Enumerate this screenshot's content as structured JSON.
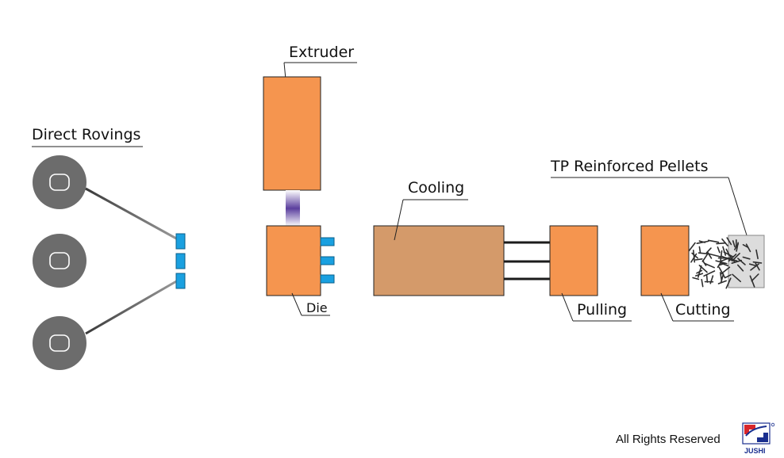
{
  "labels": {
    "direct_rovings": "Direct Rovings",
    "extruder": "Extruder",
    "cooling": "Cooling",
    "die": "Die",
    "pulling": "Pulling",
    "cutting": "Cutting",
    "tp_pellets": "TP Reinforced Pellets"
  },
  "footer": {
    "rights": "All Rights Reserved",
    "logo_text": "JUSHI"
  },
  "colors": {
    "machine_orange": "#f5954f",
    "cooling_tan": "#d49a6a",
    "bobbin_gray": "#6c6c6c",
    "guide_blue": "#1aa0e0",
    "melt_purple": "#5b3f9e",
    "logo_red": "#d8262b",
    "logo_blue": "#1a2f8f"
  },
  "icons": {
    "bobbin": "roving-bobbin-icon",
    "guide": "fiber-guide-icon",
    "pellets": "pellet-heap-icon",
    "logo": "jushi-logo-icon"
  }
}
